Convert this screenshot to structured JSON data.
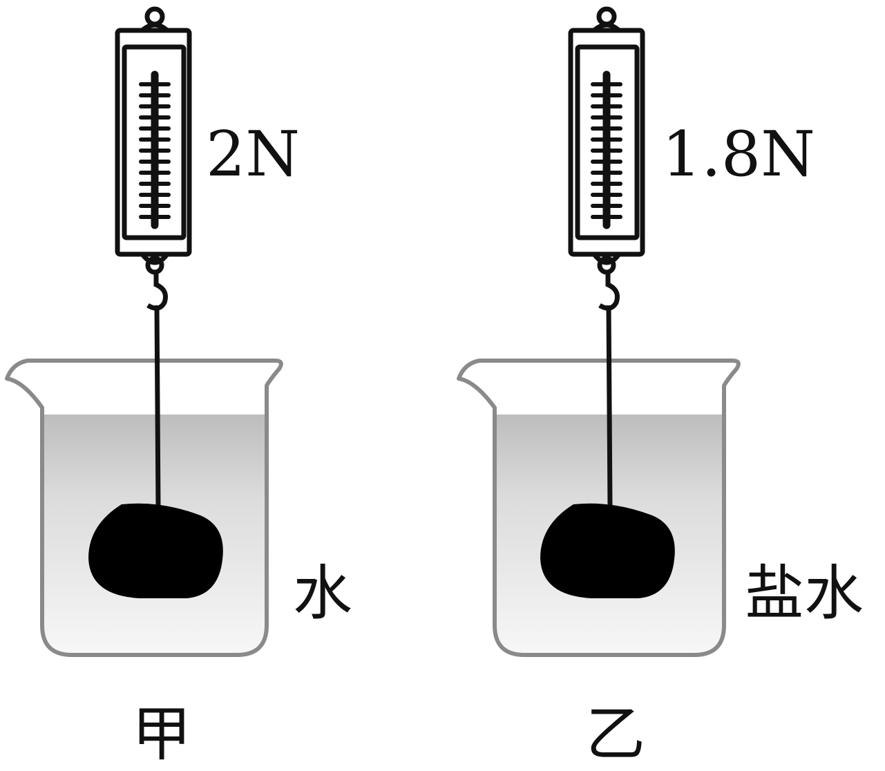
{
  "setups": [
    {
      "reading": "2N",
      "liquid": "水",
      "caption": "甲"
    },
    {
      "reading": "1.8N",
      "liquid": "盐水",
      "caption": "乙"
    }
  ],
  "colors": {
    "stroke": "#111111",
    "object": "#000000",
    "beaker_outline": "#8a8a8a",
    "liquid_top": "#c0c0c0",
    "liquid_bottom": "#f6f6f6"
  }
}
